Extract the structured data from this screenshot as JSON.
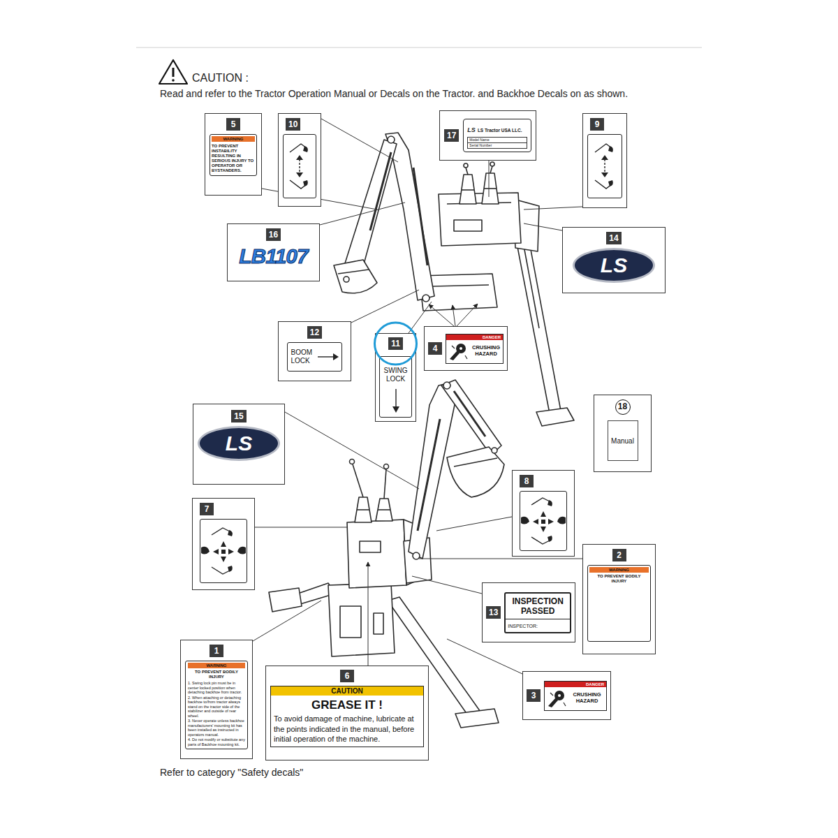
{
  "diagram": {
    "title": "CAUTION :",
    "caption": "Refer to category \"Safety decals\"",
    "nodes": [
      {
        "text": [
          "5",
          "WARNING",
          "TO PREVENT INSTABILITY RESULTING IN SERIOUS INJURY TO OPERATOR OR BYSTANDERS."
        ]
      },
      {
        "text": [
          "10"
        ]
      },
      {
        "text": [
          "17",
          "LS",
          "LS Tractor USA LLC.",
          "Model Name",
          "Serial Number"
        ]
      },
      {
        "text": [
          "9"
        ]
      },
      {
        "text": [
          "16",
          "LB1107"
        ]
      },
      {
        "text": [
          "14",
          "LS"
        ]
      },
      {
        "text": [
          "12",
          "BOOM LOCK"
        ]
      },
      {
        "text": [
          "11",
          "SWING LOCK"
        ]
      },
      {
        "text": [
          "4",
          "DANGER",
          "CRUSHING HAZARD"
        ]
      },
      {
        "text": [
          "18",
          "Manual"
        ]
      },
      {
        "text": [
          "15",
          "LS"
        ]
      },
      {
        "text": [
          "7"
        ]
      },
      {
        "text": [
          "8"
        ]
      },
      {
        "text": [
          "2",
          "WARNING",
          "TO PREVENT BODILY INJURY"
        ]
      },
      {
        "text": [
          "13",
          "INSPECTION PASSED",
          "INSPECTOR:"
        ]
      },
      {
        "text": [
          "1",
          "WARNING",
          "TO PREVENT BODILY INJURY",
          "1. Swing lock pin must be in center locked position when detaching backhoe from tractor.",
          "2. When attaching or detaching backhoe to/from tractor always stand on the tractor side of the stabilizer and outside of rear wheel.",
          "3. Never operate unless backhoe manufacturers' mounting kit has been installed as instructed in operators manual.",
          "4. Do not modify or substitute any parts of Backhoe mounting kit."
        ]
      },
      {
        "text": [
          "6",
          "CAUTION",
          "GREASE IT !",
          "To avoid damage of machine, lubricate at the points indicated in the manual, before initial operation of the machine."
        ]
      },
      {
        "text": [
          "3",
          "DANGER",
          "CRUSHING HAZARD"
        ]
      }
    ],
    "labels": [
      "Read and refer to the Tractor Operation Manual or Decals on the Tractor. and Backhoe Decals on as shown."
    ]
  }
}
